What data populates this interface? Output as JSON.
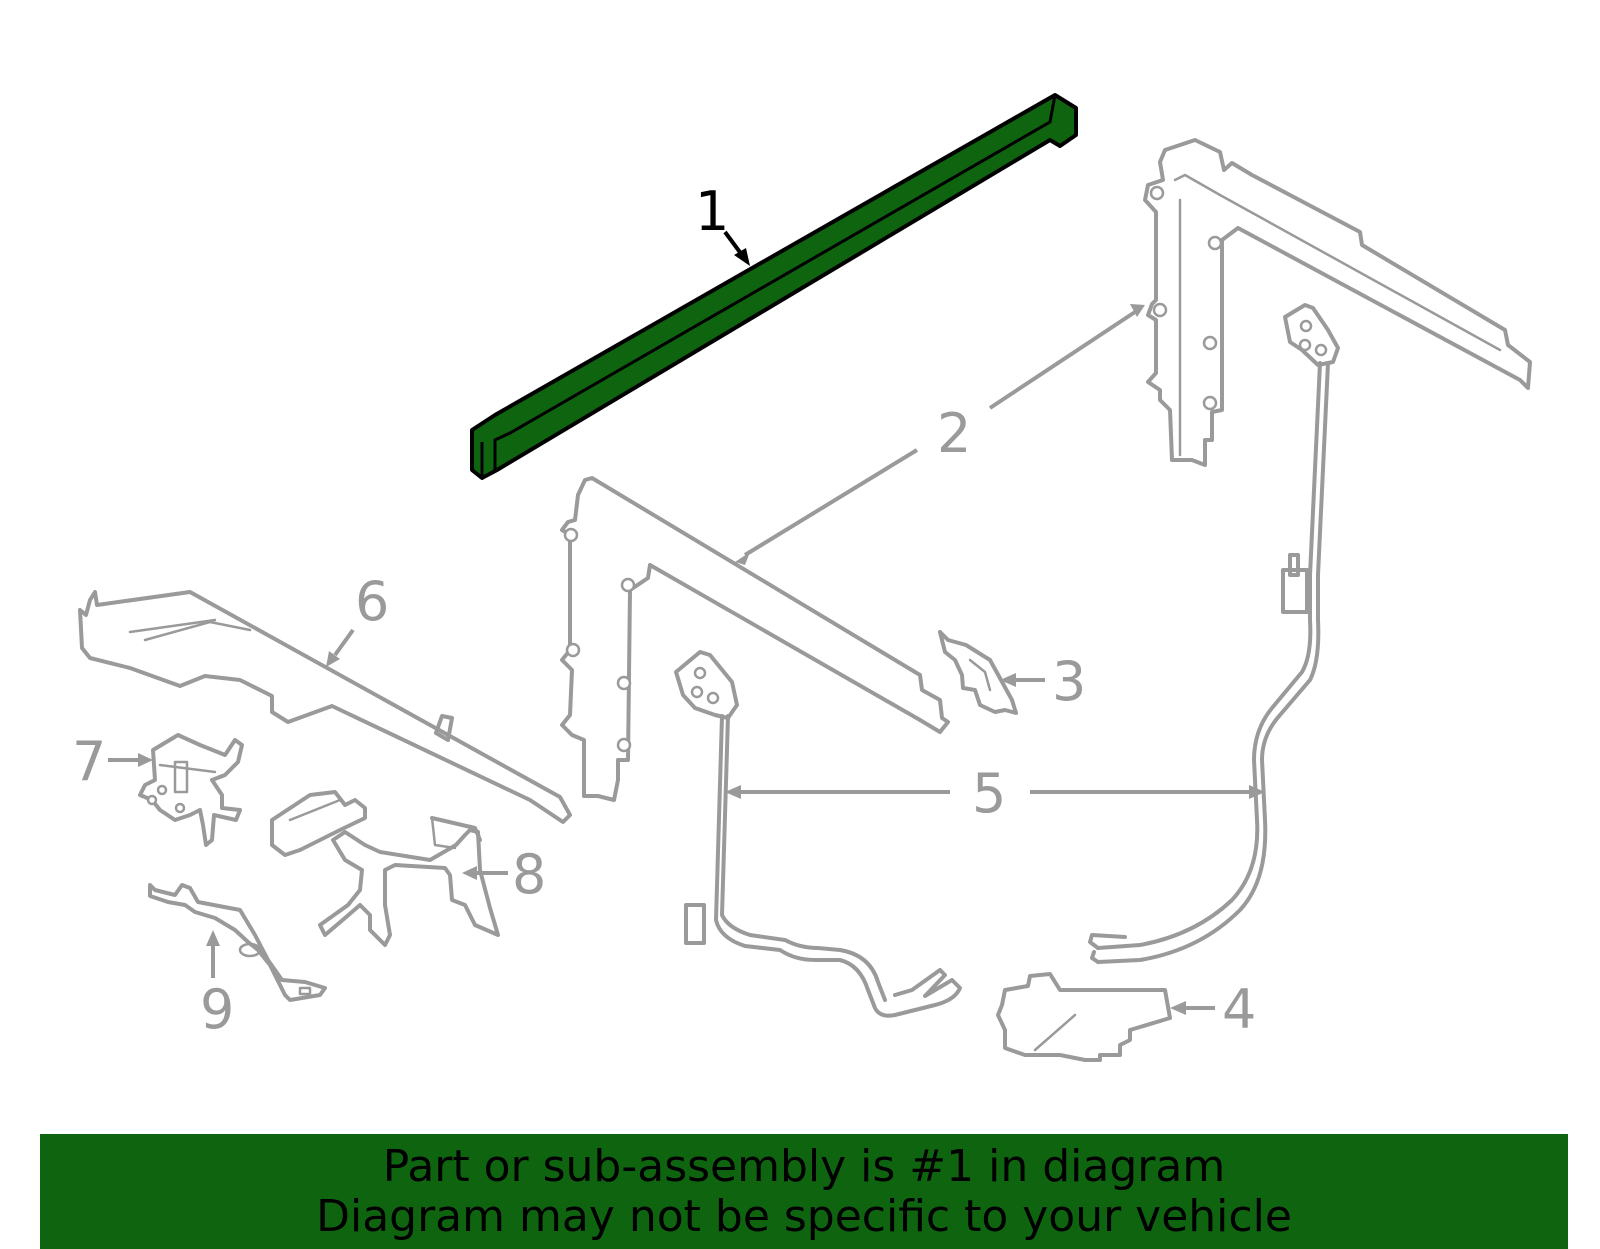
{
  "callouts": {
    "c1": "1",
    "c2": "2",
    "c3": "3",
    "c4": "4",
    "c5": "5",
    "c6": "6",
    "c7": "7",
    "c8": "8",
    "c9": "9"
  },
  "highlight_color": "#0f6410",
  "part_color": "#9a9a9a",
  "banner": {
    "line1": "Part or sub-assembly is #1 in diagram",
    "line2": "Diagram may not be specific to your vehicle"
  }
}
